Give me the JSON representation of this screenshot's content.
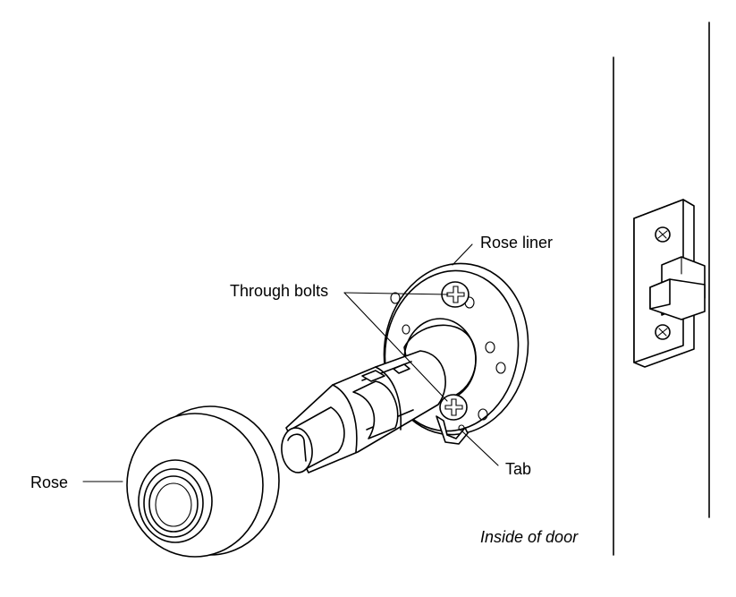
{
  "labels": {
    "rose": "Rose",
    "rose_liner": "Rose liner",
    "through_bolts": "Through bolts",
    "tab": "Tab",
    "inside_of_door": "Inside of door"
  }
}
